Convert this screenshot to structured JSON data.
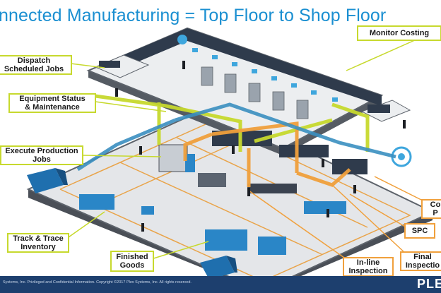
{
  "title": "nnected Manufacturing = Top Floor to Shop Floor",
  "callouts": {
    "monitor_costing": "Monitor Costing",
    "dispatch_line1": "Dispatch",
    "dispatch_line2": "Scheduled Jobs",
    "equipment_line1": "Equipment Status",
    "equipment_line2": "& Maintenance",
    "execute_line1": "Execute Production",
    "execute_line2": "Jobs",
    "track_line1": "Track & Trace",
    "track_line2": "Inventory",
    "finished_line1": "Finished",
    "finished_line2": "Goods",
    "inline_line1": "In-line",
    "inline_line2": "Inspection",
    "spc": "SPC",
    "final_line1": "Final",
    "final_line2": "Inspectio",
    "cut_line1": "Co",
    "cut_line2": "P"
  },
  "footer": {
    "legal": "Systems, Inc. Privileged and Confidential Information. Copyright ©2017 Plex Systems, Inc. All rights reserved.",
    "logo": "PLE"
  },
  "colors": {
    "title": "#1a8fd1",
    "green_line": "#c7d92e",
    "orange_line": "#f0a03c",
    "blue_line": "#3a8fc0",
    "floor": "#e6e8eb",
    "floor_edge": "#6f757d",
    "footer": "#1d3f6e"
  }
}
